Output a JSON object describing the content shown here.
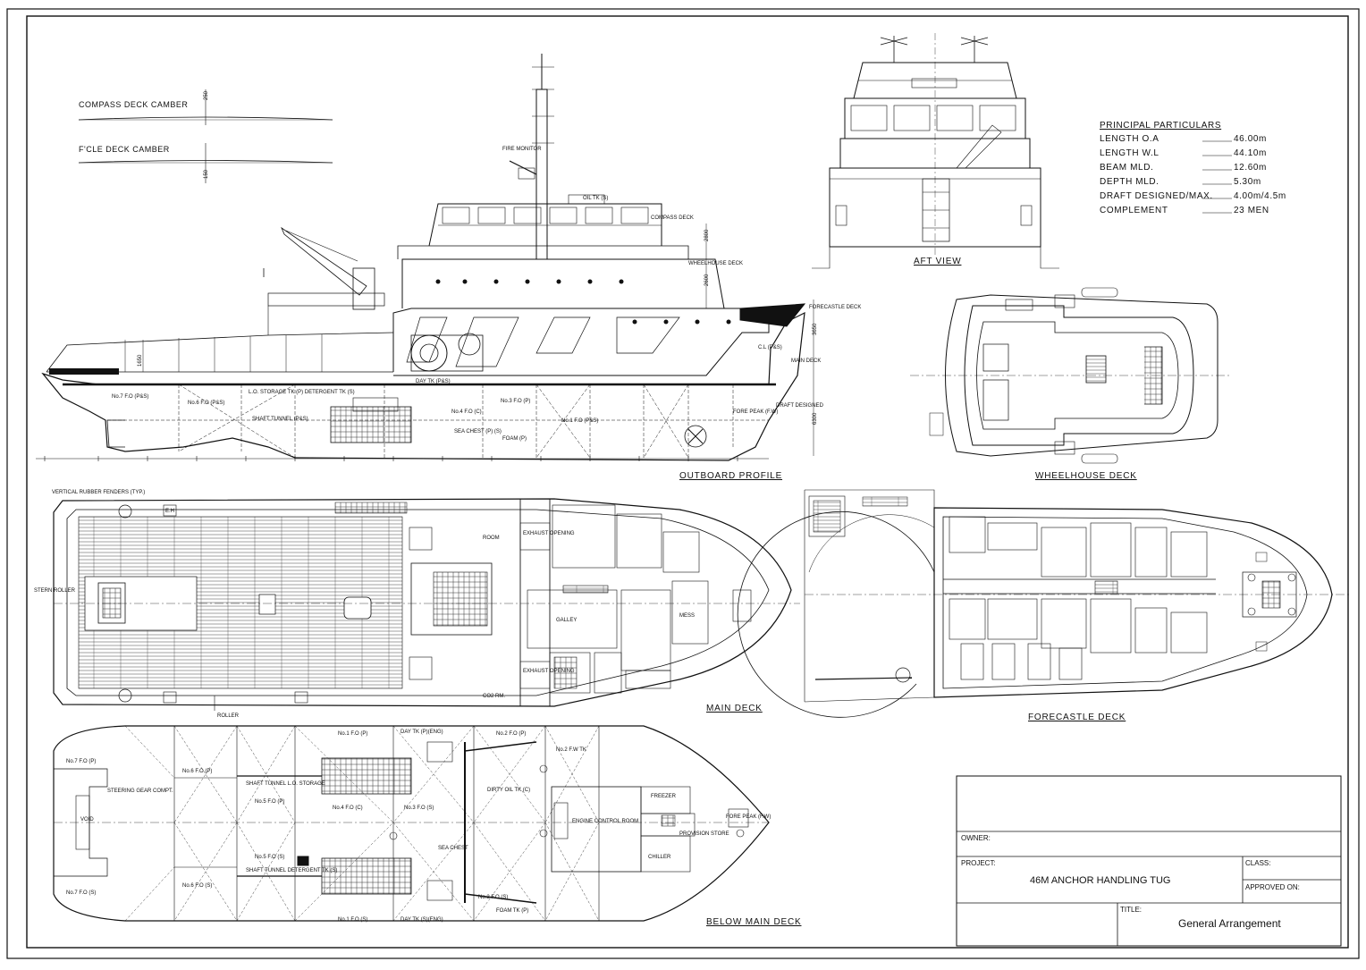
{
  "views": {
    "outboard_profile": "OUTBOARD  PROFILE",
    "aft_view": "AFT  VIEW",
    "wheelhouse_deck": "WHEELHOUSE  DECK",
    "main_deck": "MAIN  DECK",
    "forecastle_deck": "FORECASTLE  DECK",
    "below_main_deck": "BELOW  MAIN  DECK"
  },
  "cambers": {
    "compass": "COMPASS  DECK  CAMBER",
    "fcle": "F'CLE  DECK  CAMBER",
    "val_compass": "250",
    "val_fcle": "150"
  },
  "particulars": {
    "title": "PRINCIPAL  PARTICULARS",
    "rows": [
      {
        "label": "LENGTH  O.A",
        "value": "46.00m"
      },
      {
        "label": "LENGTH  W.L",
        "value": "44.10m"
      },
      {
        "label": "BEAM  MLD.",
        "value": "12.60m"
      },
      {
        "label": "DEPTH  MLD.",
        "value": "5.30m"
      },
      {
        "label": "DRAFT  DESIGNED/MAX.",
        "value": "4.00m/4.5m"
      },
      {
        "label": "COMPLEMENT",
        "value": "23  MEN"
      }
    ]
  },
  "profile_labels": {
    "fire_monitor": "FIRE MONITOR",
    "compass_deck": "COMPASS DECK",
    "wheelhouse_deck": "WHEELHOUSE DECK",
    "fcle_deck": "FORECASTLE DECK",
    "main_deck": "MAIN DECK",
    "draft_designed": "DRAFT DESIGNED",
    "dim_2800": "2800",
    "dim_2600": "2600",
    "dim_3650": "3650",
    "dim_6300": "6300",
    "dim_1650": "1650",
    "no7fo": "No.7 F.O (P&S)",
    "no6fo": "No.6 F.O (P&S)",
    "lo_storage": "L.O. STORAGE TK (P) DETERGENT TK (S)",
    "shaft_tunnel": "SHAFT TUNNEL (P&S)",
    "day_tk": "DAY TK (P&S)",
    "no4fo": "No.4 F.O (C)",
    "no3fo": "No.3 F.O (P)",
    "sea_chest": "SEA CHEST (P) (S)",
    "foam": "FOAM (P)",
    "no1fo": "No.1 F.O (P&S)",
    "fore_peak": "FORE PEAK (F.W)",
    "cl": "C.L (P&S)",
    "oil_tk": "OIL TK (S)"
  },
  "main_deck_labels": {
    "vertical_fenders": "VERTICAL RUBBER FENDERS (TYP.)",
    "stern_roller": "STERN ROLLER",
    "roller": "ROLLER",
    "room": "ROOM",
    "exhaust_opening_1": "EXHAUST OPENING",
    "exhaust_opening_2": "EXHAUST OPENING",
    "co2_rm": "CO2 RM.",
    "eh": "E.H",
    "galley": "GALLEY",
    "mess": "MESS"
  },
  "below_deck_labels": {
    "no7fo_p": "No.7 F.O (P)",
    "no7fo_s": "No.7 F.O (S)",
    "no6fo_p": "No.6 F.O (P)",
    "no6fo_s": "No.6 F.O (S)",
    "steering": "STEERING GEAR COMPT.",
    "void": "VOID",
    "no5fo_p": "No.5 F.O (P)",
    "no5fo_s": "No.5 F.O (S)",
    "shaft_tunnel_p": "SHAFT TUNNEL L.O. STORAGE",
    "shaft_tunnel_s": "SHAFT TUNNEL DETERGENT TK (S)",
    "no4fo": "No.4 F.O (C)",
    "no3fo": "No.3 F.O (S)",
    "no1fo_p": "No.1 F.O (P)",
    "no2fo_p": "No.2 F.O (P)",
    "no2fw": "No.2 F.W TK",
    "no2fo_s": "No.2 F.O (S)",
    "no1fo_s": "No.1 F.O (S)",
    "dirty_oil": "DIRTY OIL TK (C)",
    "day_tk_p": "DAY TK (P)(ENG)",
    "day_tk_s": "DAY TK (S)(ENG)",
    "ecr": "ENGINE CONTROL ROOM",
    "freezer": "FREEZER",
    "chiller": "CHILLER",
    "provision": "PROVISION STORE",
    "fore_peak": "FORE PEAK (F.W)",
    "sea_chest": "SEA CHEST",
    "foam_tk": "FOAM TK (P)"
  },
  "title_block": {
    "owner": "OWNER:",
    "project": "PROJECT:",
    "class": "CLASS:",
    "approved": "APPROVED ON:",
    "title": "TITLE:",
    "project_name": "46M ANCHOR HANDLING TUG",
    "drawing_title": "General Arrangement"
  },
  "colors": {
    "line": "#111111",
    "paper": "#ffffff"
  }
}
